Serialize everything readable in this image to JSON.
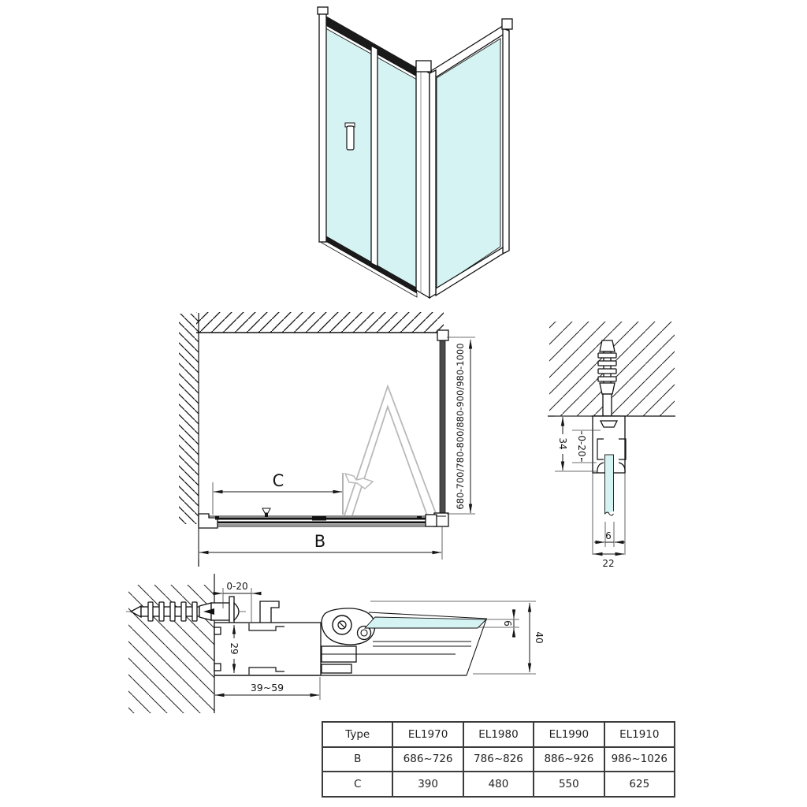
{
  "drawing": {
    "elevation": {
      "dim_c": "C",
      "dim_b": "B",
      "dim_height": "680-700/780-800/880-900/980-1000"
    },
    "wall_profile_detail": {
      "dim_adjust": "0-20",
      "dim_profile_depth": "34",
      "dim_glass_thickness": "6",
      "dim_profile_width": "22"
    },
    "plan_detail": {
      "dim_adjust": "0-20",
      "dim_profile_width": "29",
      "dim_adjust_range": "39~59",
      "dim_glass_thickness": "6",
      "dim_frame_depth": "40"
    }
  },
  "table": {
    "headers": [
      "Type",
      "EL1970",
      "EL1980",
      "EL1990",
      "EL1910"
    ],
    "rows": [
      {
        "label": "B",
        "values": [
          "686~726",
          "786~826",
          "886~926",
          "986~1026"
        ]
      },
      {
        "label": "C",
        "values": [
          "390",
          "480",
          "550",
          "625"
        ]
      }
    ]
  },
  "colors": {
    "glass": "#d6f3f4",
    "ghost": "#b9b9b9",
    "profile_dark": "#4a4a4a",
    "line": "#111111",
    "table_border": "#3c3c3c"
  }
}
